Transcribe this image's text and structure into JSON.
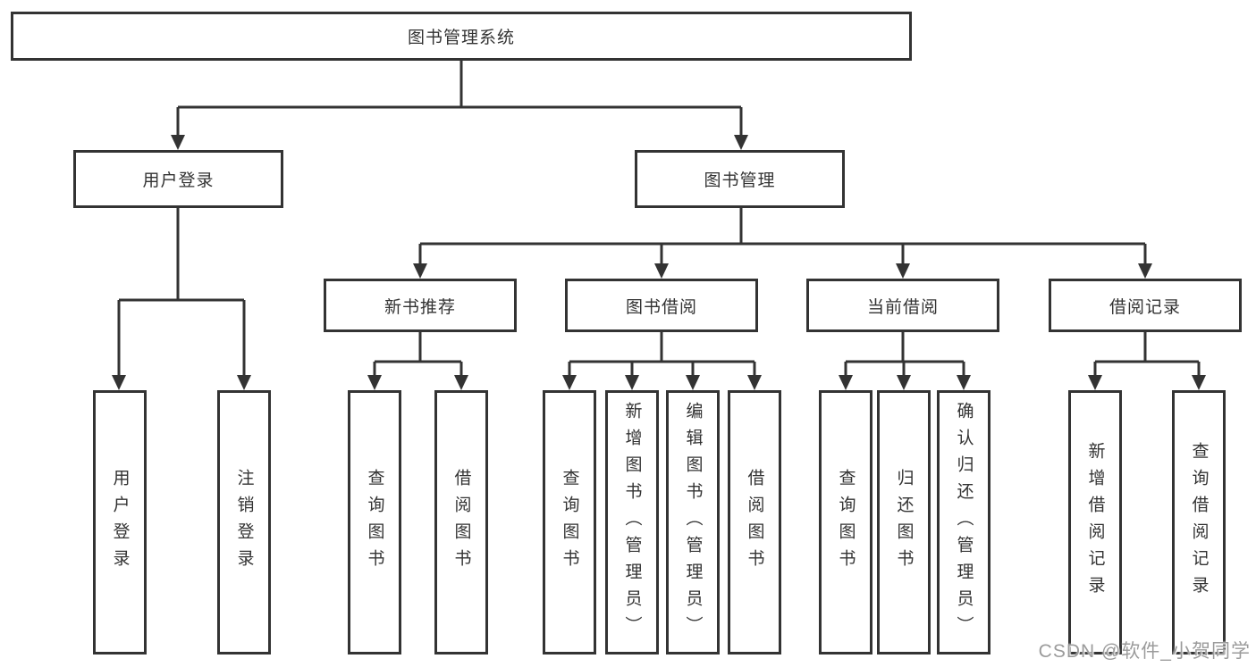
{
  "watermark": {
    "text": "CSDN @软件_小贺同学",
    "color": "#9b9b9b"
  },
  "diagram": {
    "line_color": "#333333",
    "box_background": "#ffffff"
  },
  "tree": {
    "root": {
      "label": "图书管理系统"
    },
    "branches": [
      {
        "label": "用户登录",
        "children": [
          {
            "label": "用户登录"
          },
          {
            "label": "注销登录"
          }
        ]
      },
      {
        "label": "图书管理",
        "children": [
          {
            "label": "新书推荐",
            "children": [
              {
                "label": "查询图书"
              },
              {
                "label": "借阅图书"
              }
            ]
          },
          {
            "label": "图书借阅",
            "children": [
              {
                "label": "查询图书"
              },
              {
                "label": "新增图书（管理员）"
              },
              {
                "label": "编辑图书（管理员）"
              },
              {
                "label": "借阅图书"
              }
            ]
          },
          {
            "label": "当前借阅",
            "children": [
              {
                "label": "查询图书"
              },
              {
                "label": "归还图书"
              },
              {
                "label": "确认归还（管理员）"
              }
            ]
          },
          {
            "label": "借阅记录",
            "children": [
              {
                "label": "新增借阅记录"
              },
              {
                "label": "查询借阅记录"
              }
            ]
          }
        ]
      }
    ]
  }
}
